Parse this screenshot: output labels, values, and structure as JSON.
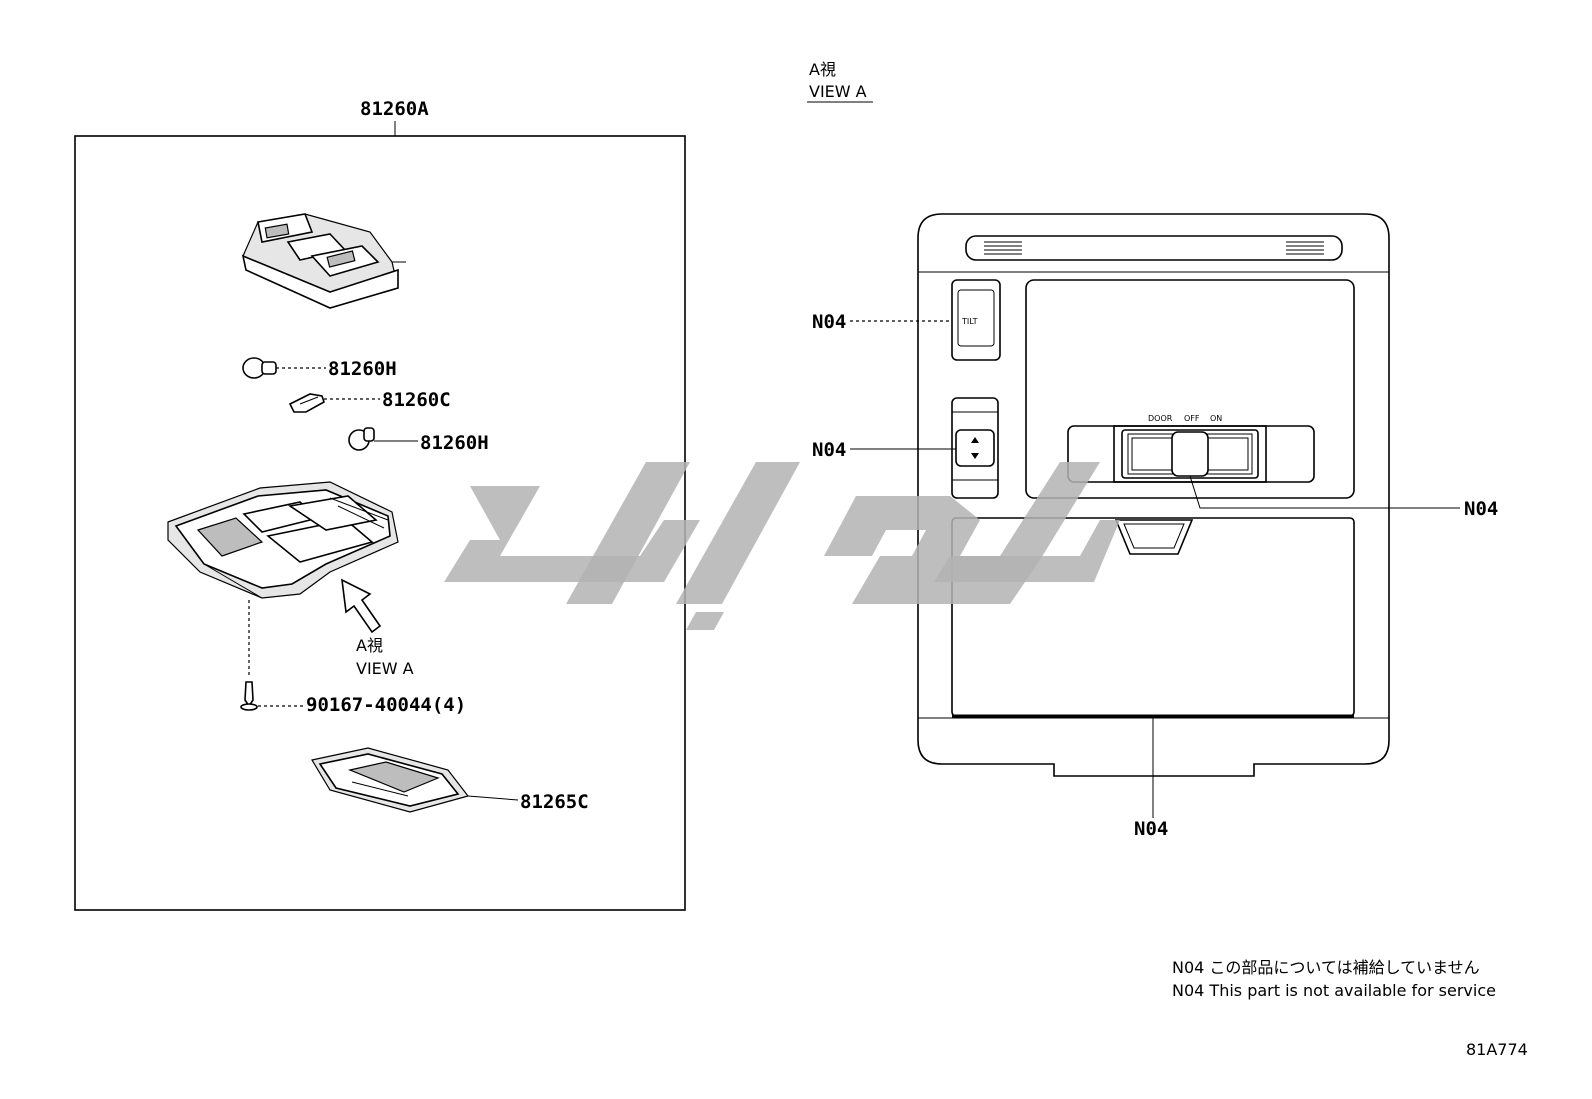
{
  "diagram": {
    "assembly_label": "81260A",
    "parts": {
      "bulb_1": "81260H",
      "bulb_2": "81260C",
      "bulb_3": "81260H",
      "screw": "90167-40044(4)",
      "lens": "81265C"
    },
    "view_a_left": {
      "jp": "A視",
      "en": "VIEW A"
    },
    "view_a_top": {
      "jp": "A視",
      "en": "VIEW A"
    },
    "callouts": {
      "tilt_switch": "N04",
      "updown_switch": "N04",
      "slide_switch": "N04",
      "bottom_panel": "N04"
    },
    "tilt_text": "TILT",
    "slide_labels": {
      "door": "DOOR",
      "off": "OFF",
      "on": "ON"
    },
    "notes": {
      "jp": "N04 この部品については補給していません",
      "en": "N04 This part is not available for service"
    },
    "drawing_number": "81A774"
  }
}
